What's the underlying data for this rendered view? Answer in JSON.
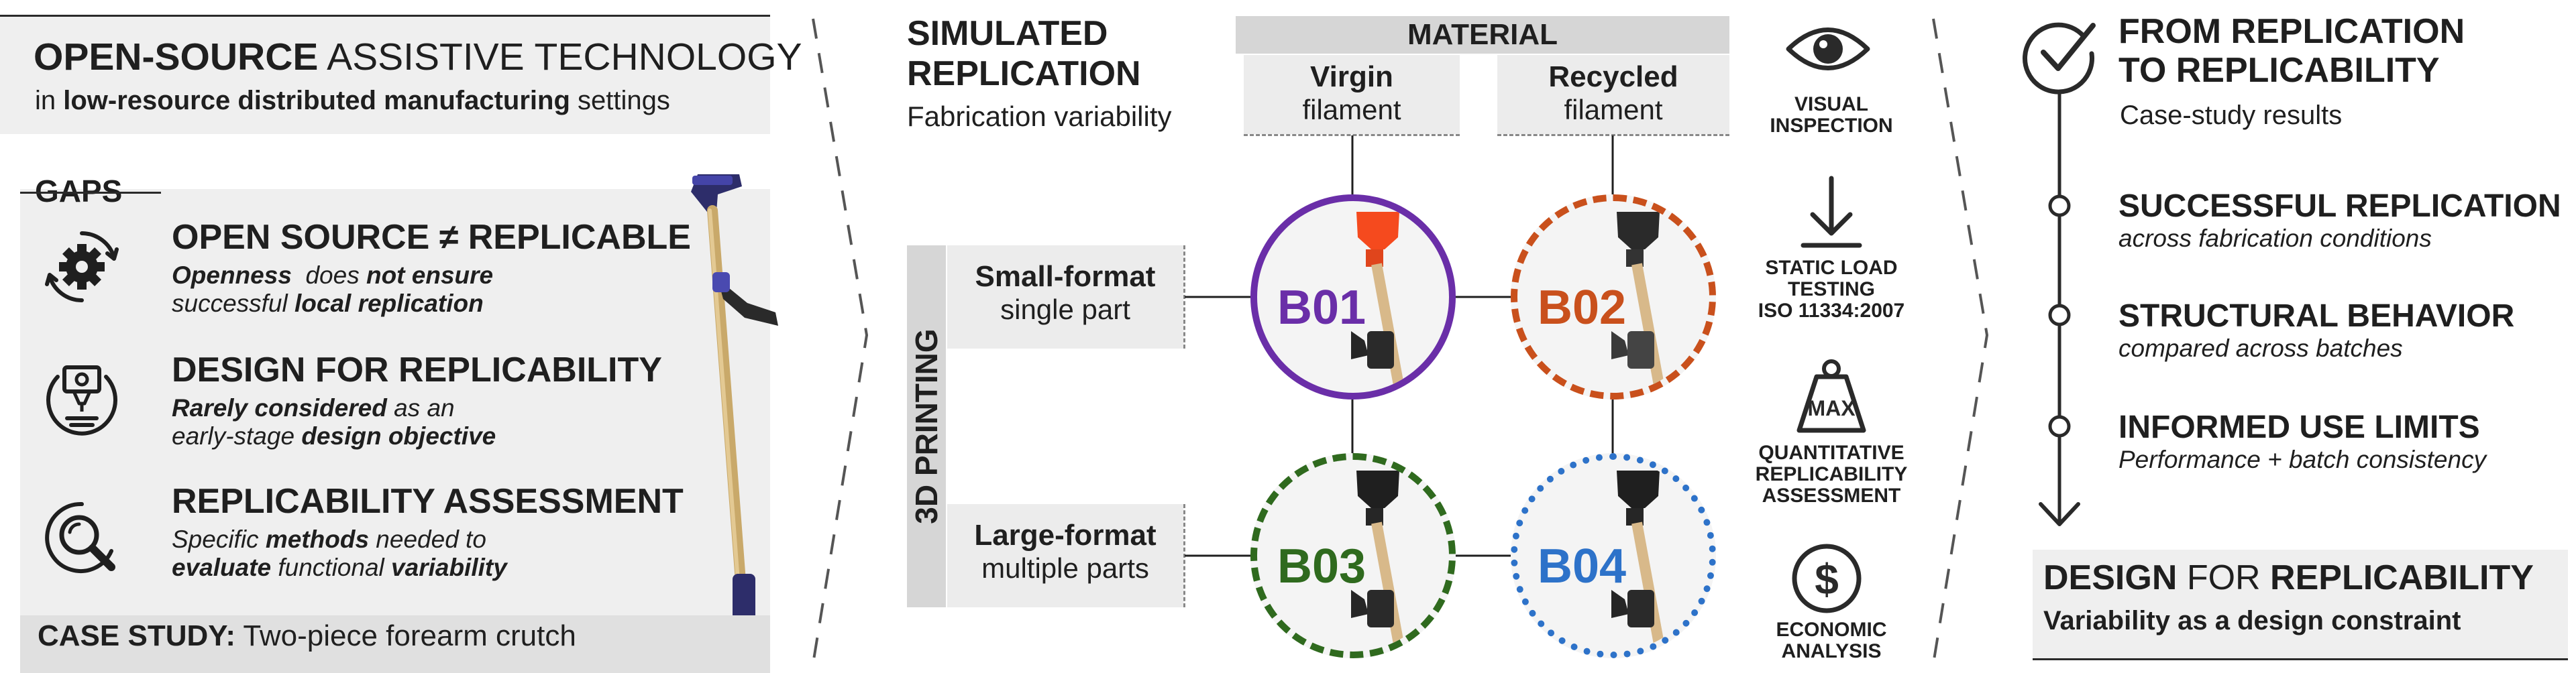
{
  "left": {
    "title_bold": "OPEN-SOURCE",
    "title_rest": "ASSISTIVE TECHNOLOGY",
    "subtitle_a": "in ",
    "subtitle_b": "low-resource distributed manufacturing",
    "subtitle_c": " settings",
    "gaps_label": "GAPS",
    "gap1": {
      "title": "OPEN SOURCE ≠ REPLICABLE",
      "l1a": "Openness",
      "l1b": "  does ",
      "l1c": "not ensure",
      "l2a": "successful ",
      "l2b": "local replication",
      "icon": "gear-arrows-icon"
    },
    "gap2": {
      "title": "DESIGN FOR REPLICABILITY",
      "l1a": "Rarely considered",
      "l1b": " as an",
      "l2a": "early-stage ",
      "l2b": "design objective",
      "icon": "3d-printer-nozzle-icon"
    },
    "gap3": {
      "title": "REPLICABILITY ASSESSMENT",
      "l1a": "Specific ",
      "l1b": "methods",
      "l1c": " needed to",
      "l2a": "evaluate",
      "l2b": " functional ",
      "l2c": "variability",
      "icon": "magnifier-icon"
    },
    "case_bold": "CASE STUDY:",
    "case_rest": " Two-piece forearm crutch"
  },
  "middle": {
    "title_l1": "SIMULATED",
    "title_l2": "REPLICATION",
    "subtitle": "Fabrication variability",
    "material_label": "MATERIAL",
    "virgin_bold": "Virgin",
    "virgin_rest": "filament",
    "recycled_bold": "Recycled",
    "recycled_rest": "filament",
    "printing_label": "3D PRINTING",
    "small_bold": "Small-format",
    "small_rest": "single part",
    "large_bold": "Large-format",
    "large_rest": "multiple parts",
    "batches": [
      {
        "id": "B01",
        "color": "#6a2ea8"
      },
      {
        "id": "B02",
        "color": "#c9501c"
      },
      {
        "id": "B03",
        "color": "#2f6a1e"
      },
      {
        "id": "B04",
        "color": "#2d72c9"
      }
    ]
  },
  "methods": [
    {
      "l1": "VISUAL",
      "l2": "INSPECTION",
      "l3": "",
      "icon": "eye-icon"
    },
    {
      "l1": "STATIC LOAD",
      "l2": "TESTING",
      "l3": "ISO 11334:2007",
      "icon": "down-arrow-load-icon"
    },
    {
      "l1": "QUANTITATIVE",
      "l2": "REPLICABILITY",
      "l3": "ASSESSMENT",
      "icon": "weight-max-icon",
      "icon_text": "MAX"
    },
    {
      "l1": "ECONOMIC",
      "l2": "ANALYSIS",
      "l3": "",
      "icon": "dollar-icon",
      "icon_text": "$"
    }
  ],
  "right": {
    "title_l1": "FROM REPLICATION",
    "title_l2": "TO REPLICABILITY",
    "subtitle": "Case-study results",
    "results": [
      {
        "title": "SUCCESSFUL REPLICATION",
        "sub": "across fabrication conditions"
      },
      {
        "title": "STRUCTURAL BEHAVIOR",
        "sub": "compared across batches"
      },
      {
        "title": "INFORMED USE LIMITS",
        "sub": "Performance + batch consistency"
      }
    ],
    "final_b1": "DESIGN",
    "final_r1": " FOR ",
    "final_b2": "REPLICABILITY",
    "final_sub_a": "Variability as a ",
    "final_sub_b": "design constraint"
  }
}
